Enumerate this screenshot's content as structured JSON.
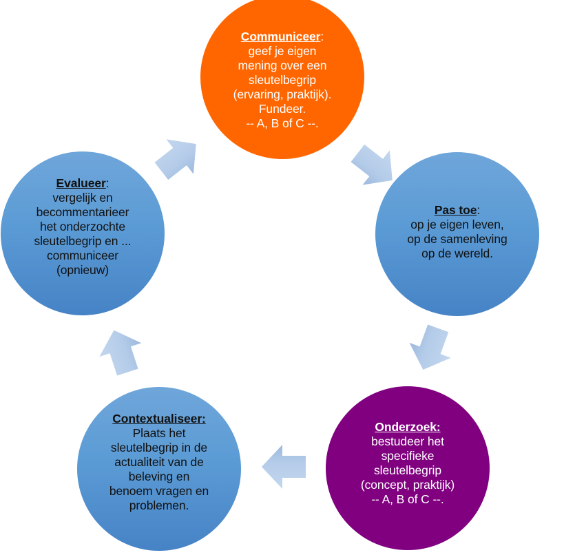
{
  "diagram": {
    "type": "cycle",
    "colors": {
      "orange": "#ff6600",
      "blue": "#5b9bd5",
      "purple": "#800080",
      "arrow": "#b4cce9"
    },
    "nodes": [
      {
        "id": "communiceer",
        "title": "Communiceer",
        "title_suffix": ":",
        "color": "orange",
        "lines": [
          "geef je eigen",
          "mening over een",
          "sleutelbegrip",
          "(ervaring, praktijk).",
          "Fundeer.",
          "-- A, B of C --."
        ]
      },
      {
        "id": "pastoe",
        "title": "Pas toe",
        "title_suffix": ":",
        "color": "blue",
        "lines": [
          "op je eigen leven,",
          "op de samenleving",
          "op de wereld."
        ]
      },
      {
        "id": "onderzoek",
        "title": "Onderzoek:",
        "title_suffix": "",
        "color": "purple",
        "lines": [
          "bestudeer het",
          "specifieke",
          "sleutelbegrip",
          "(concept, praktijk)",
          "-- A, B of C --."
        ]
      },
      {
        "id": "contextualiseer",
        "title": "Contextualiseer:",
        "title_suffix": "",
        "color": "blue",
        "lines": [
          "Plaats het",
          "sleutelbegrip in de",
          "actualiteit van de",
          "beleving en",
          "benoem vragen en",
          "problemen."
        ]
      },
      {
        "id": "evalueer",
        "title": "Evalueer",
        "title_suffix": ":",
        "color": "blue",
        "lines": [
          "vergelijk en",
          "becommentarieer",
          "het onderzochte",
          "sleutelbegrip en ...",
          "communiceer",
          "(opnieuw)"
        ]
      }
    ],
    "arrows": [
      {
        "from": "communiceer",
        "to": "pastoe",
        "icon": "arrow-down-right-icon"
      },
      {
        "from": "pastoe",
        "to": "onderzoek",
        "icon": "arrow-down-left-icon"
      },
      {
        "from": "onderzoek",
        "to": "contextualiseer",
        "icon": "arrow-left-icon"
      },
      {
        "from": "contextualiseer",
        "to": "evalueer",
        "icon": "arrow-up-icon"
      },
      {
        "from": "evalueer",
        "to": "communiceer",
        "icon": "arrow-up-right-icon"
      }
    ]
  }
}
